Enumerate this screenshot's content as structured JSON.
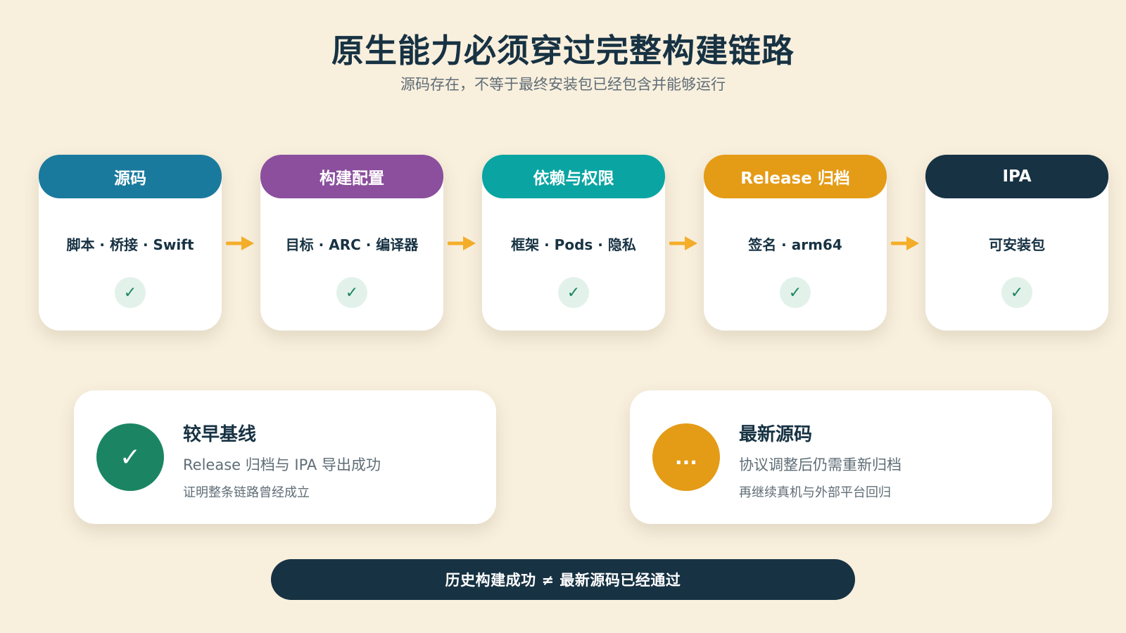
{
  "title": "原生能力必须穿过完整构建链路",
  "subtitle": "源码存在，不等于最终安装包已经包含并能够运行",
  "stages": [
    {
      "label": "源码",
      "items": "脚本 · 桥接 · Swift",
      "color": "#1a7a9e",
      "check": "✓"
    },
    {
      "label": "构建配置",
      "items": "目标 · ARC · 编译器",
      "color": "#8b4f9d",
      "check": "✓"
    },
    {
      "label": "依赖与权限",
      "items": "框架 · Pods · 隐私",
      "color": "#0aa5a3",
      "check": "✓"
    },
    {
      "label": "Release 归档",
      "items": "签名 · arm64",
      "color": "#e49b16",
      "check": "✓"
    },
    {
      "label": "IPA",
      "items": "可安装包",
      "color": "#173243",
      "check": "✓"
    }
  ],
  "arrow_color": "#f5ae2a",
  "status_cards": [
    {
      "title": "较早基线",
      "line": "Release 归档与 IPA 导出成功",
      "note": "证明整条链路曾经成立",
      "icon": "✓",
      "color": "#1b8563"
    },
    {
      "title": "最新源码",
      "line": "协议调整后仍需重新归档",
      "note": "再继续真机与外部平台回归",
      "icon": "...",
      "color": "#e49b16"
    }
  ],
  "conclusion": "历史构建成功 ≠ 最新源码已经通过"
}
